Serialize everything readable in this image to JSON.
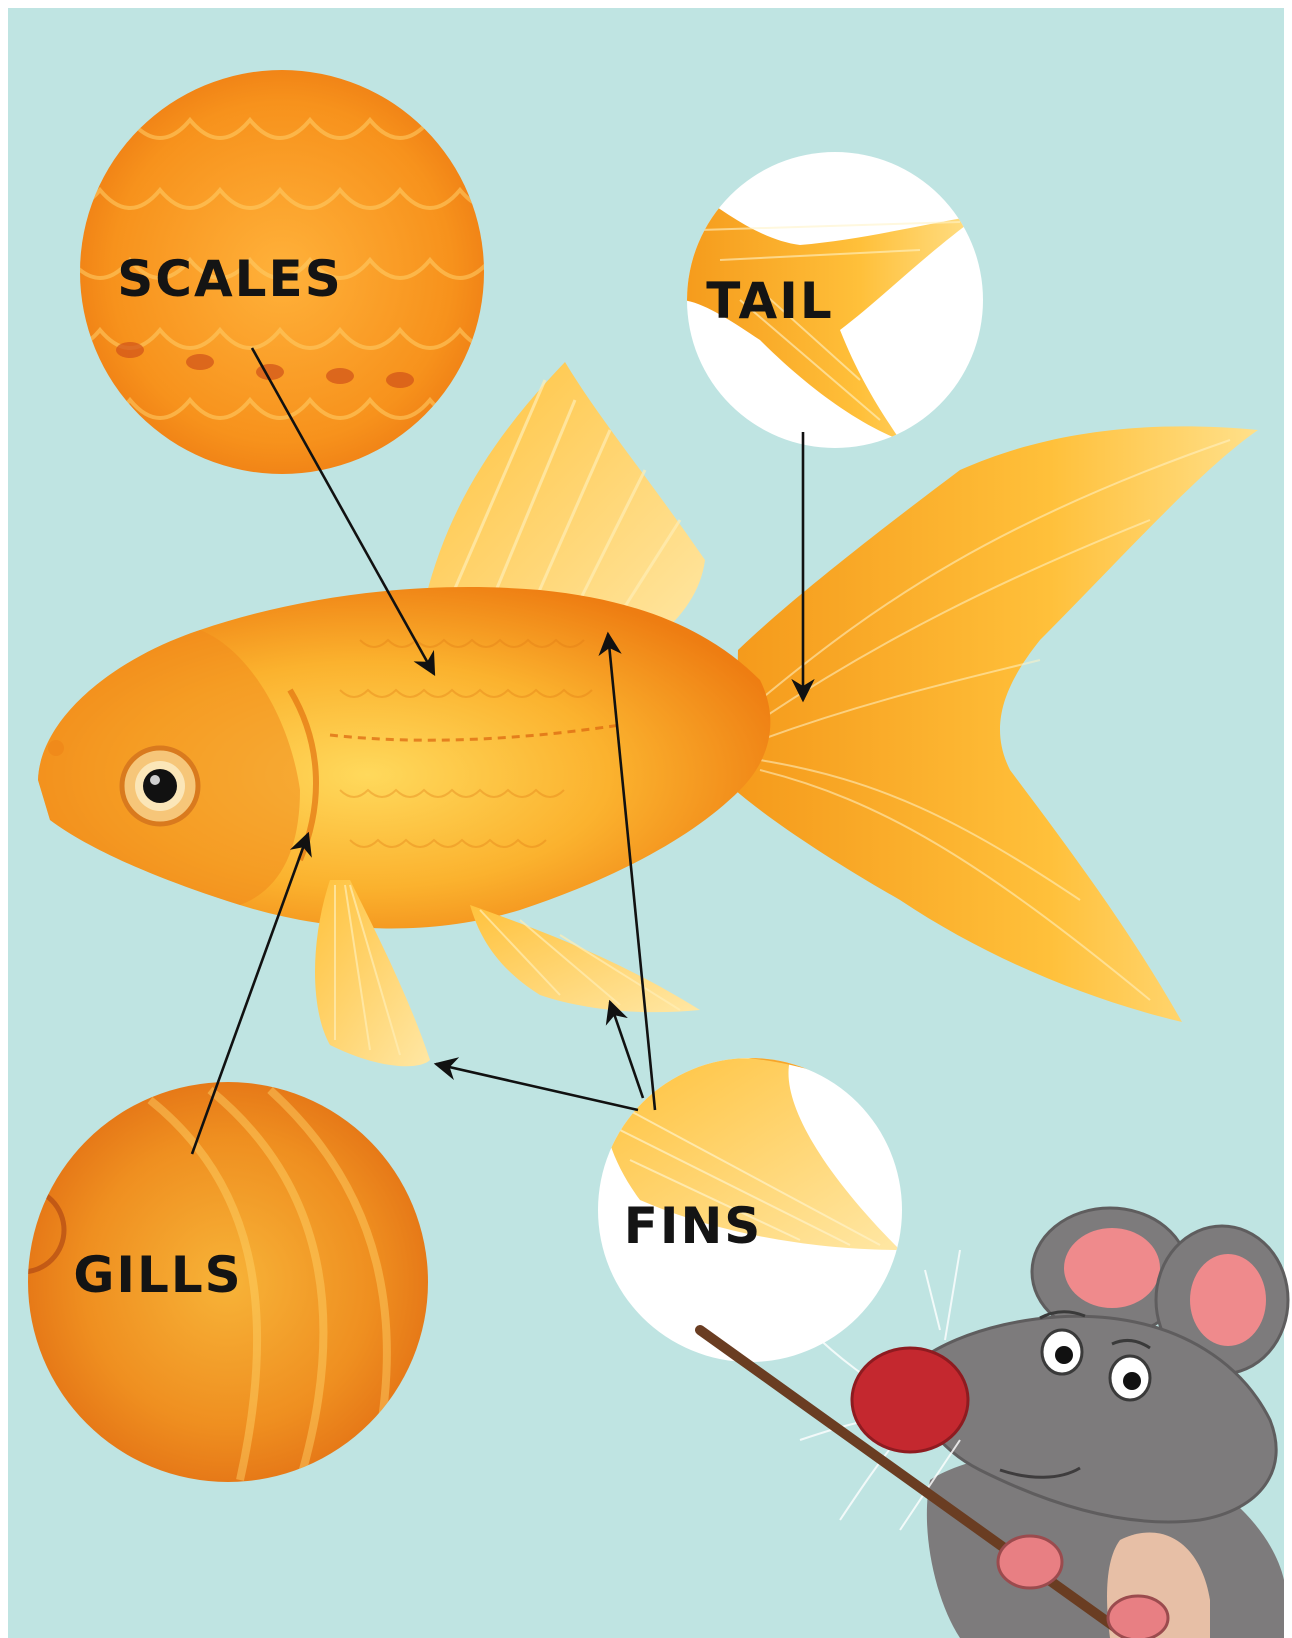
{
  "diagram": {
    "subject": "goldfish",
    "background_color": "#bfe4e2",
    "callouts": [
      {
        "id": "scales",
        "label": "SCALES"
      },
      {
        "id": "tail",
        "label": "TAIL"
      },
      {
        "id": "gills",
        "label": "GILLS"
      },
      {
        "id": "fins",
        "label": "FINS"
      }
    ],
    "character": "cartoon mouse holding a pointer stick",
    "colors": {
      "fish_orange": "#f59a1b",
      "fish_yellow": "#ffd45a",
      "mouse_grey": "#7d7b7c",
      "mouse_nose": "#c4282f",
      "ear_pink": "#ef8a8c",
      "stick_brown": "#6a3d22",
      "arrow": "#111111"
    }
  }
}
